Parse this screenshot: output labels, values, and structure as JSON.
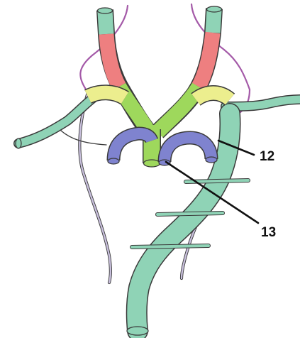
{
  "figure": {
    "callouts": [
      {
        "id": "12",
        "label": "12"
      },
      {
        "id": "13",
        "label": "13"
      }
    ]
  },
  "colors": {
    "vessel_green": "#8fd3b6",
    "vessel_lime": "#9ed85c",
    "vessel_red": "#ee7f80",
    "vessel_yellow": "#ecee8e",
    "vessel_purple": "#7f83cf",
    "thin_purple": "#a45aa8",
    "thin_lavender": "#c9c0dd",
    "outline": "#3a3a3a"
  }
}
